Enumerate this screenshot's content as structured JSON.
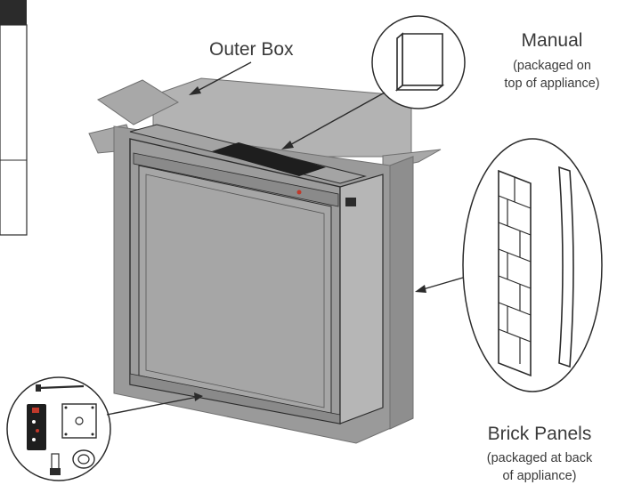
{
  "labels": {
    "outer_box": "Outer Box",
    "manual_title": "Manual",
    "manual_note_line1": "(packaged on",
    "manual_note_line2": "top of appliance)",
    "brick_title": "Brick Panels",
    "brick_note_line1": "(packaged at back",
    "brick_note_line2": "of appliance)"
  },
  "colors": {
    "box_fill": "#9e9e9e",
    "box_stroke": "#707070",
    "line": "#2b2b2b",
    "panel_dark": "#1e1e1e",
    "text": "#3a3a3a"
  },
  "icons": [
    "book-icon",
    "brick-panel-icon",
    "remote-control-icon",
    "mounting-plate-icon",
    "screw-icon",
    "anchor-icon",
    "wall-plug-icon"
  ]
}
